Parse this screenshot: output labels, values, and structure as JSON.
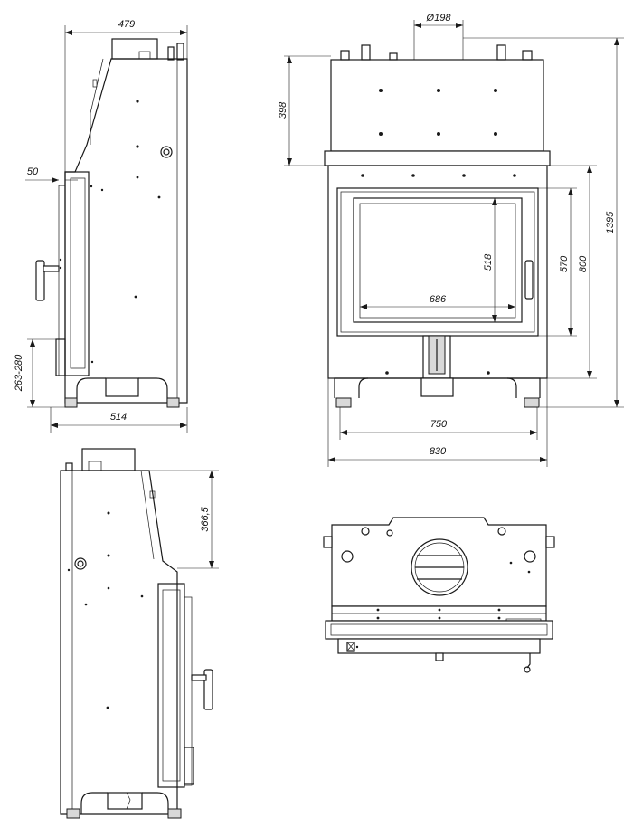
{
  "drawing": {
    "dimensions": {
      "depth_top": "479",
      "flue_diameter": "Ø198",
      "front_offset": "50",
      "height_398": "398",
      "height_1395": "1395",
      "door_800": "800",
      "glass_570": "570",
      "glass_518": "518",
      "glass_686": "686",
      "leg_height": "263-280",
      "depth_514": "514",
      "width_750": "750",
      "width_830": "830",
      "outlet_366": "366,5"
    }
  }
}
